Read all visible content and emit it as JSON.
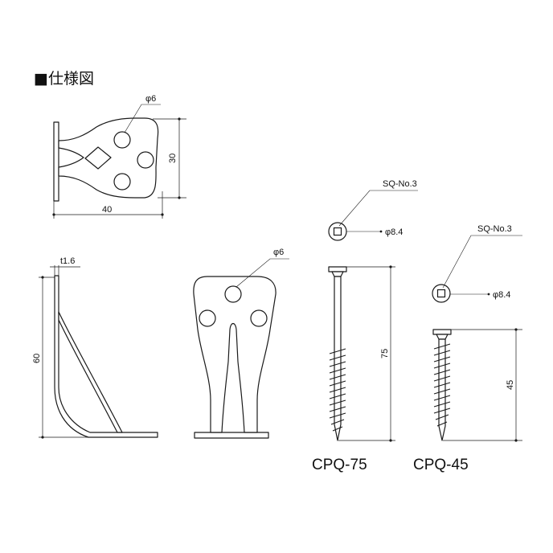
{
  "heading": "■仕様図",
  "dims": {
    "top_hole": "φ6",
    "top_height": "30",
    "top_width": "40",
    "thickness": "t1.6",
    "side_height": "60",
    "front_hole": "φ6",
    "drive_75": "SQ-No.3",
    "head_75": "φ8.4",
    "length_75": "75",
    "drive_45": "SQ-No.3",
    "head_45": "φ8.4",
    "length_45": "45"
  },
  "models": {
    "long": "CPQ-75",
    "short": "CPQ-45"
  }
}
